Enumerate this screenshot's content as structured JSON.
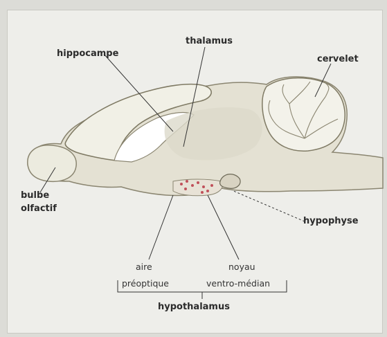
{
  "labels": {
    "hippocampe": "hippocampe",
    "thalamus": "thalamus",
    "cervelet": "cervelet",
    "bulbe": "bulbe",
    "olfactif": "olfactif",
    "hypophyse": "hypophyse",
    "aire": "aire",
    "preoptique": "préoptique",
    "noyau": "noyau",
    "ventro_median": "ventro-médian",
    "hypothalamus": "hypothalamus"
  },
  "colors": {
    "brain_fill": "#e6e3d6",
    "hippocampus_fill": "#efeee4",
    "outline": "#8a8570",
    "nuclei_dots": "#c0505a"
  }
}
